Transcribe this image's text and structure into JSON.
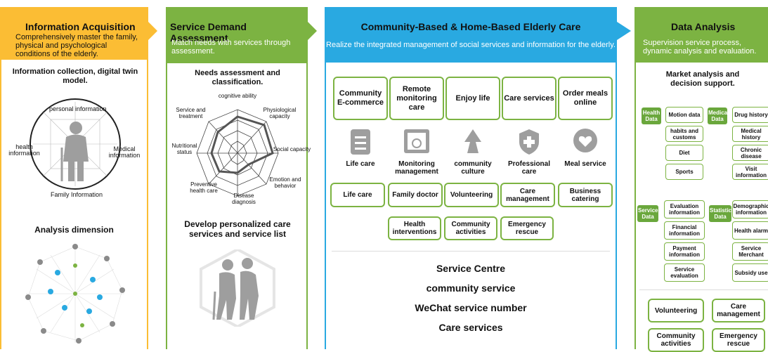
{
  "col1": {
    "title": "Information Acquisition",
    "subtitle": "Comprehensively master the family, physical and psychological conditions of the elderly.",
    "section_title": "Information collection, digital twin model.",
    "labels": {
      "personal": "personal information",
      "health": "health information",
      "medical": "Medical information",
      "family": "Family Information"
    },
    "dimension_title": "Analysis dimension"
  },
  "col2": {
    "title": "Service Demand Assessment",
    "subtitle": "Match needs with services through assessment.",
    "section_title": "Needs assessment and classification.",
    "radar_labels": {
      "cognitive": "cognitive ability",
      "physiological": "Physiological capacity",
      "social": "Social capacity",
      "emotion": "Emotion and behavior",
      "disease": "Disease diagnosis",
      "preventive": "Preventive health care",
      "nutritional": "Nutritional status",
      "service": "Service and treatment"
    },
    "develop_title": "Develop personalized care services and service list"
  },
  "col3": {
    "title": "Community-Based & Home-Based Elderly Care",
    "subtitle": "Realize the integrated management of social services and information for the elderly.",
    "top_boxes": [
      "Community E-commerce",
      "Remote monitoring care",
      "Enjoy life",
      "Care services",
      "Order meals online"
    ],
    "icon_labels": [
      "Life care",
      "Monitoring management",
      "community culture",
      "Professional care",
      "Meal service"
    ],
    "row2": [
      "Life care",
      "Family doctor",
      "Volunteering",
      "Care management",
      "Business catering"
    ],
    "row3": [
      "Health interventions",
      "Community activities",
      "Emergency rescue"
    ],
    "centre": [
      "Service Centre",
      "community service",
      "WeChat service number",
      "Care services"
    ]
  },
  "col4": {
    "title": "Data Analysis",
    "subtitle": "Supervision service process, dynamic analysis and evaluation.",
    "section_title": "Market analysis and decision support.",
    "tags": {
      "health": "Health Data",
      "medical": "Medical Data",
      "service": "Service Data",
      "statistical": "Statistical Data"
    },
    "health_items": [
      "Motion data",
      "habits and customs",
      "Diet",
      "Sports"
    ],
    "medical_items": [
      "Drug history",
      "Medical history",
      "Chronic disease",
      "Visit information"
    ],
    "service_items": [
      "Evaluation information",
      "Financial information",
      "Payment information",
      "Service evaluation"
    ],
    "statistical_items": [
      "Demographic information",
      "Health alarm",
      "Service Merchant",
      "Subsidy use"
    ],
    "bottom": [
      "Volunteering",
      "Care management",
      "Community activities",
      "Emergency rescue"
    ]
  },
  "colors": {
    "yellow": "#fbbd34",
    "green": "#7cb342",
    "blue": "#29a9e1",
    "grey": "#9e9e9e"
  }
}
